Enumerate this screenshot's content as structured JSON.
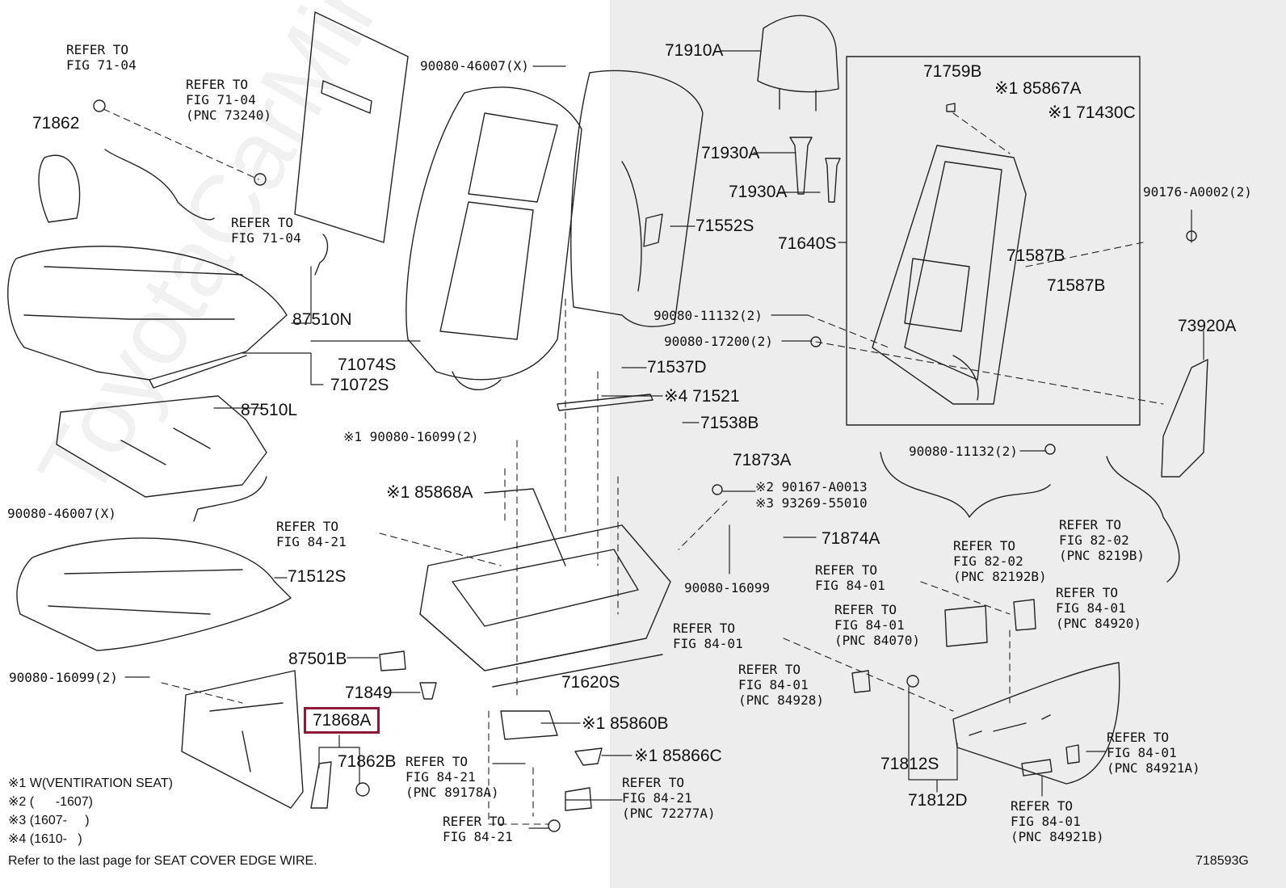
{
  "watermark": "ToyotaCarMine.ru",
  "diagram_code": "718593G",
  "footnote": "Refer to the last page for SEAT COVER EDGE WIRE.",
  "legend": [
    "※1 W(VENTIRATION SEAT)",
    "※2 (      -1607)",
    "※3 (1607-     )",
    "※4 (1610-   )"
  ],
  "highlight_color": "#8e1838",
  "labels": {
    "p71862": "71862",
    "ref_7104_a": "REFER TO\nFIG 71-04",
    "ref_7104_b": "REFER TO\nFIG 71-04\n(PNC 73240)",
    "ref_7104_c": "REFER TO\nFIG 71-04",
    "p90080_46007_top": "90080-46007(X)",
    "p71910A": "71910A",
    "p71759B": "71759B",
    "p85867A": "※1 85867A",
    "p71430C": "※1 71430C",
    "p71930A_1": "71930A",
    "p71930A_2": "71930A",
    "p90176": "90176-A0002(2)",
    "p71552S": "71552S",
    "p71640S": "71640S",
    "p71587B_1": "71587B",
    "p71587B_2": "71587B",
    "p87510N": "87510N",
    "p90080_11132_a": "90080-11132(2)",
    "p90080_17200": "90080-17200(2)",
    "p73920A": "73920A",
    "p71074S": "71074S",
    "p71072S": "71072S",
    "p71537D": "71537D",
    "p71521": "※4 71521",
    "p87510L": "87510L",
    "p71538B": "71538B",
    "p90080_16099_a": "※1 90080-16099(2)",
    "p90080_11132_b": "90080-11132(2)",
    "p71873A": "71873A",
    "p85868A": "※1 85868A",
    "p90167": "※2 90167-A0013",
    "p93269": "※3 93269-55010",
    "p90080_46007_x": "90080-46007(X)",
    "ref_8421_a": "REFER TO\nFIG 84-21",
    "p71874A": "71874A",
    "ref_8202_a": "REFER TO\nFIG 82-02\n(PNC 82192B)",
    "ref_8202_b": "REFER TO\nFIG 82-02\n(PNC 8219B)",
    "p71512S": "71512S",
    "p90080_16099_b": "90080-16099",
    "ref_8401_a": "REFER TO\nFIG 84-01",
    "ref_8401_b": "REFER TO\nFIG 84-01\n(PNC 84070)",
    "ref_8401_c": "REFER TO\nFIG 84-01\n(PNC 84920)",
    "ref_8401_d": "REFER TO\nFIG 84-01",
    "p87501B": "87501B",
    "p71620S": "71620S",
    "ref_8401_e": "REFER TO\nFIG 84-01\n(PNC 84928)",
    "p90080_16099_c": "90080-16099(2)",
    "p71849": "71849",
    "p71868A": "71868A",
    "p85860B": "※1 85860B",
    "p71862B": "71862B",
    "p85866C": "※1 85866C",
    "p71812S": "71812S",
    "ref_8401_f": "REFER TO\nFIG 84-01\n(PNC 84921A)",
    "ref_8421_b": "REFER TO\nFIG 84-21\n(PNC 89178A)",
    "ref_8421_c": "REFER TO\nFIG 84-21\n(PNC 72277A)",
    "p71812D": "71812D",
    "ref_8421_d": "REFER TO\nFIG 84-21",
    "ref_8401_g": "REFER TO\nFIG 84-01\n(PNC 84921B)"
  }
}
